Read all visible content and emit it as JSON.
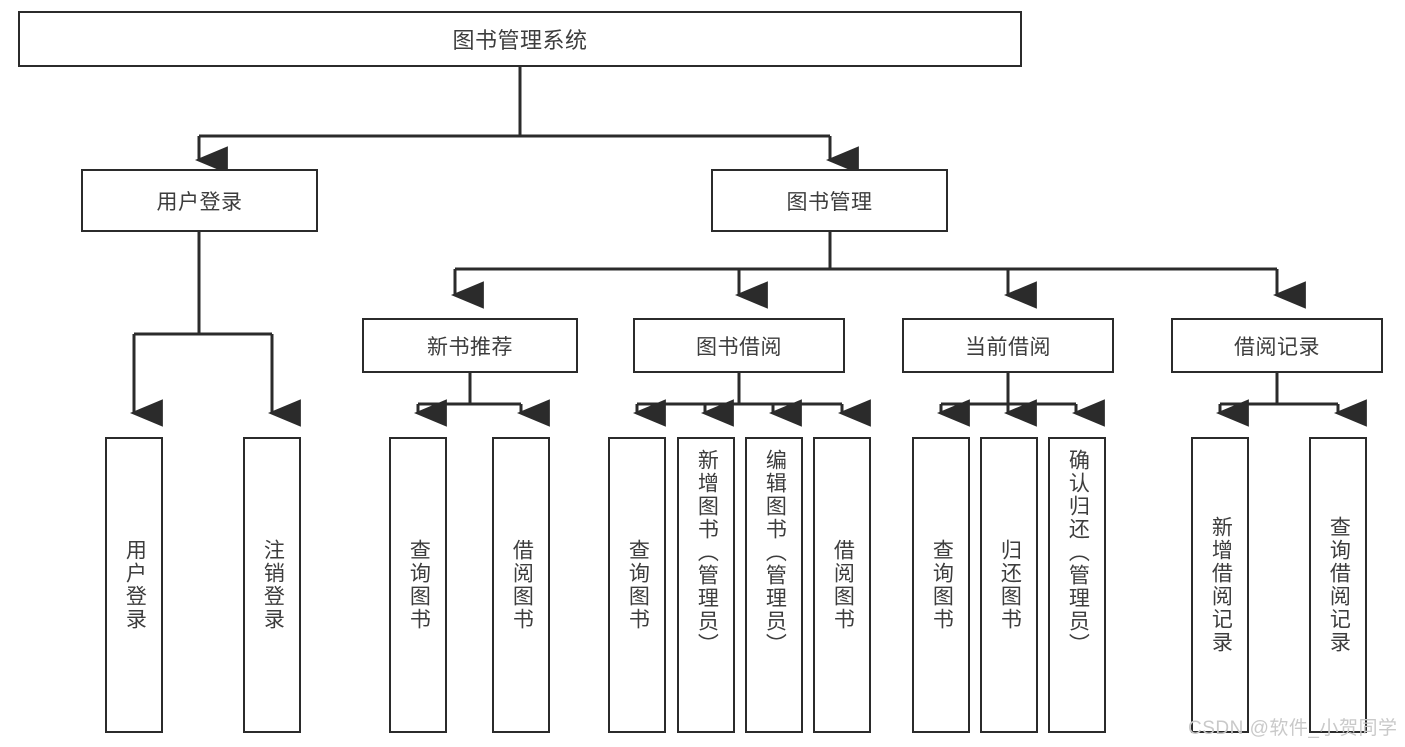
{
  "diagram": {
    "type": "tree-hierarchy",
    "title": "图书管理系统",
    "watermark": "CSDN @软件_小贺同学",
    "colors": {
      "stroke": "#2b2b2b",
      "text": "#3d3d3d",
      "background": "#ffffff",
      "watermark": "#c9c9c9"
    },
    "nodes": {
      "root": {
        "label": "图书管理系统"
      },
      "level1": [
        {
          "label": "用户登录"
        },
        {
          "label": "图书管理"
        }
      ],
      "level2": [
        {
          "label": "新书推荐"
        },
        {
          "label": "图书借阅"
        },
        {
          "label": "当前借阅"
        },
        {
          "label": "借阅记录"
        }
      ],
      "leaves": {
        "user_login": [
          {
            "label": "用户登录"
          },
          {
            "label": "注销登录"
          }
        ],
        "new_book": [
          {
            "label": "查询图书"
          },
          {
            "label": "借阅图书"
          }
        ],
        "borrow_book": [
          {
            "label": "查询图书"
          },
          {
            "label": "新增图书（管理员）"
          },
          {
            "label": "编辑图书（管理员）"
          },
          {
            "label": "借阅图书"
          }
        ],
        "current_borrow": [
          {
            "label": "查询图书"
          },
          {
            "label": "归还图书"
          },
          {
            "label": "确认归还（管理员）"
          }
        ],
        "borrow_record": [
          {
            "label": "新增借阅记录"
          },
          {
            "label": "查询借阅记录"
          }
        ]
      }
    }
  }
}
